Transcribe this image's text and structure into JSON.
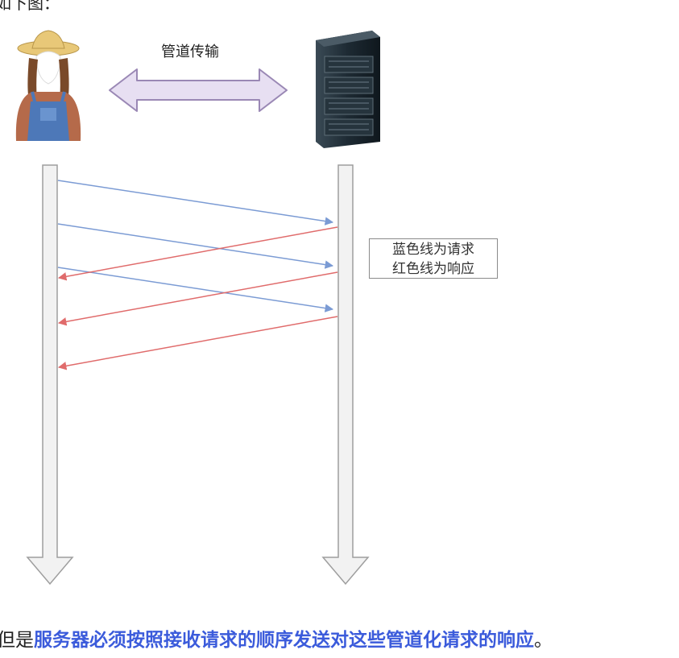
{
  "top_clip_text": "如下图：",
  "diagram": {
    "pipe_label": "管道传输",
    "legend": {
      "line1": "蓝色线为请求",
      "line2": "红色线为响应"
    },
    "colors": {
      "request": "#7b9bd4",
      "response": "#e06b6b",
      "pipe_arrow_fill": "#e7dff2",
      "pipe_arrow_stroke": "#9a88b5",
      "timeline_fill": "#f2f2f2",
      "timeline_stroke": "#9e9e9e"
    },
    "icons": [
      "farmer-client-icon",
      "server-rack-icon"
    ]
  },
  "caption": {
    "prefix": "但是",
    "emphasis": "服务器必须按照接收请求的顺序发送对这些管道化请求的响应",
    "suffix": "。"
  }
}
